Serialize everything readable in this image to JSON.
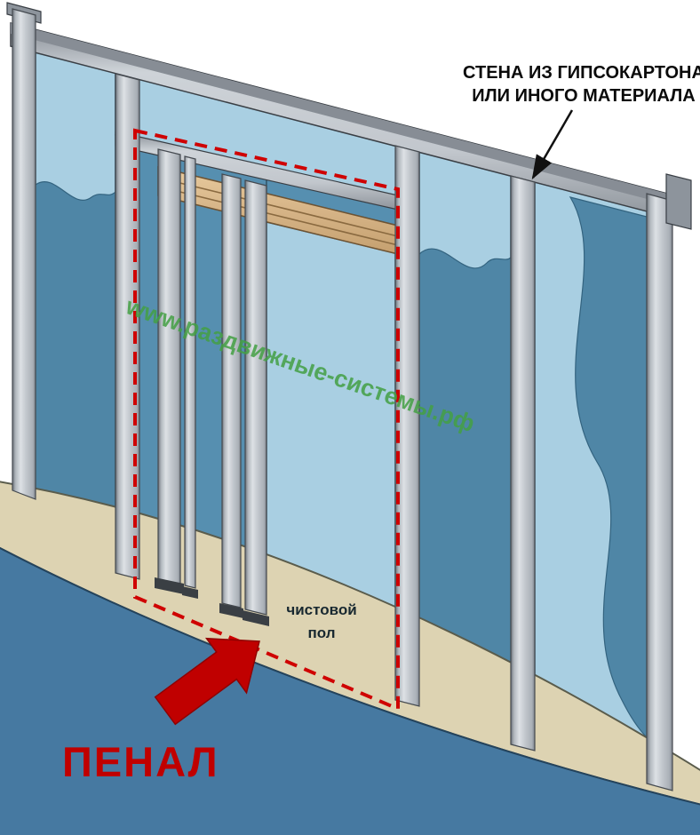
{
  "diagram": {
    "annotation_top": {
      "line1": "СТЕНА ИЗ ГИПСОКАРТОНА",
      "line2": "ИЛИ ИНОГО МАТЕРИАЛА"
    },
    "watermark": "www.раздвижные-системы.рф",
    "floor_label": {
      "line1": "чистовой",
      "line2": "пол"
    },
    "pocket_label": "ПЕНАЛ"
  },
  "colors": {
    "annotation_red": "#c00000",
    "dashed_red": "#cf0000",
    "watermark_green": "#44a044",
    "panel_light": "#a9cfe2",
    "panel_dark": "#568fb0",
    "stud_gray": "#c6cbd1",
    "floor_beige": "#ddd3b2",
    "lower_blue": "#4679a1"
  }
}
